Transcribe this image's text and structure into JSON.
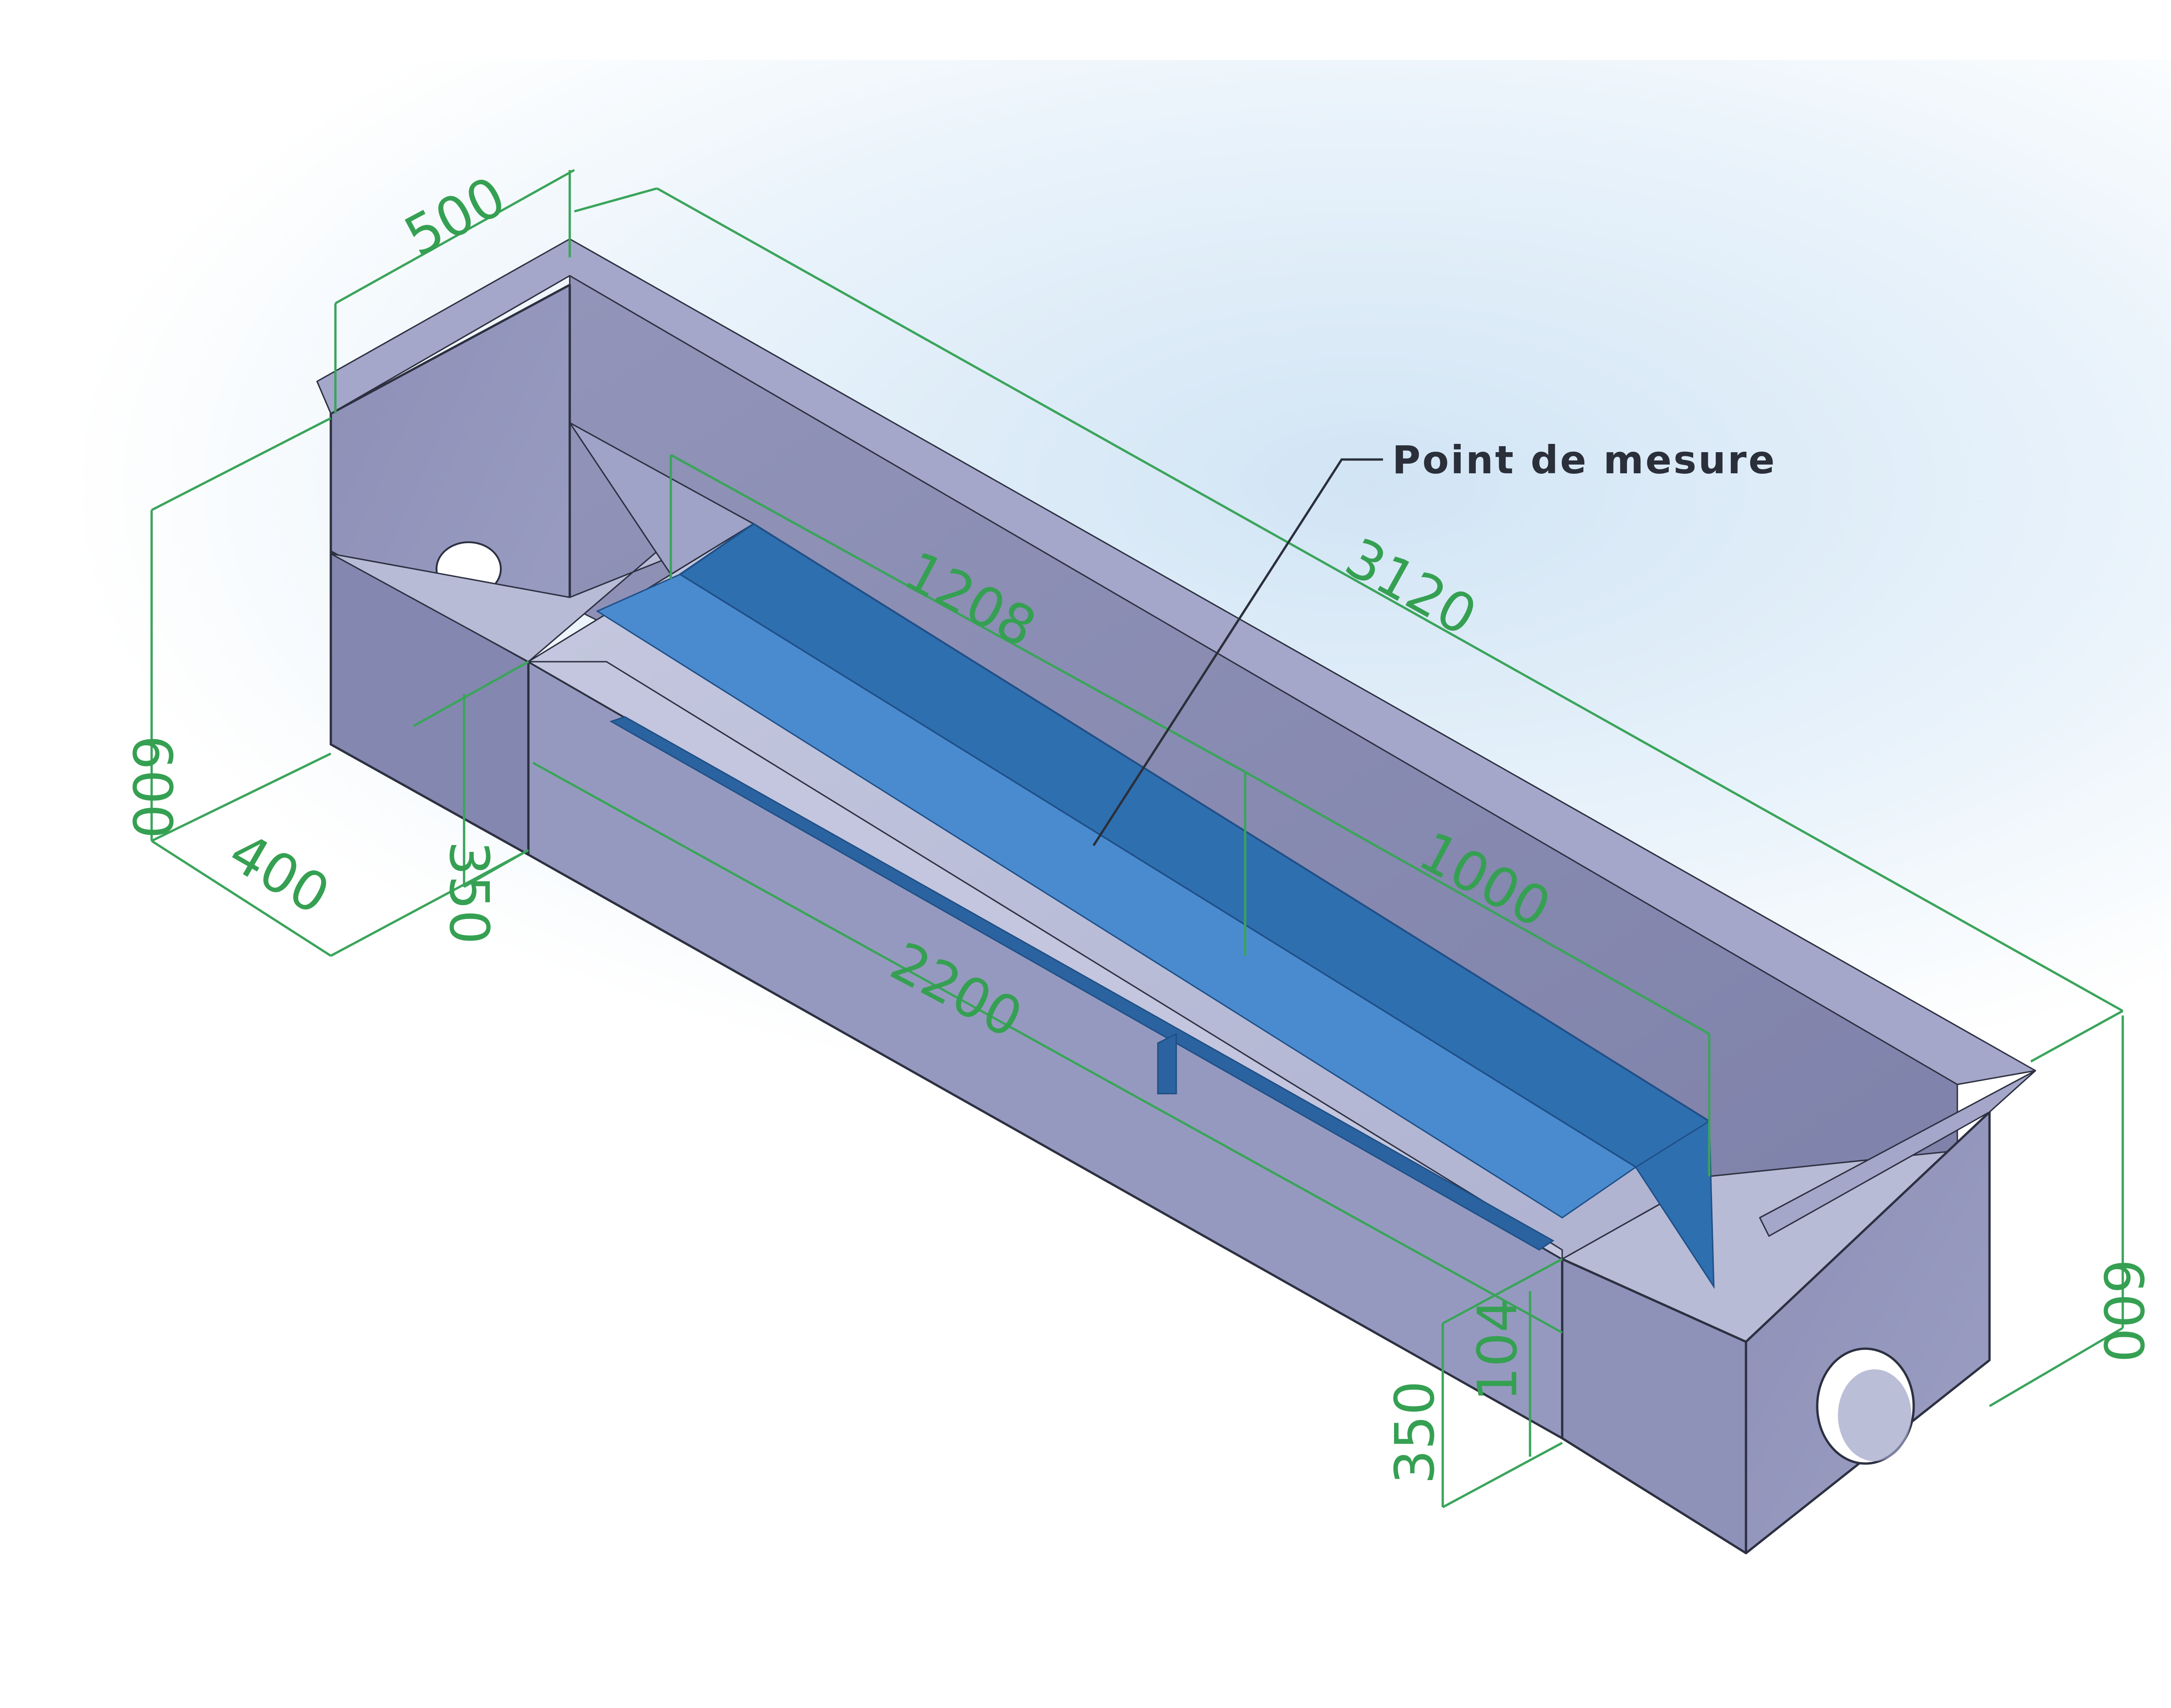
{
  "callout": {
    "label": "Point de mesure"
  },
  "dimensions": {
    "top_width": "500",
    "overall_length": "3120",
    "left_height": "600",
    "left_base_depth": "400",
    "inner_height_left": "350",
    "channel_length": "1208",
    "measure_length": "1000",
    "bottom_length": "2200",
    "right_height": "600",
    "inner_height_right": "350",
    "weir_height": "104"
  },
  "colors": {
    "dimension_green": "#3aa45a",
    "body_gray": "#8e90b8",
    "inner_wall": "#9da0c4",
    "floor": "#b9bdd6",
    "blue_channel": "#2e6fb0",
    "background_tint": "#e4f0fa"
  }
}
